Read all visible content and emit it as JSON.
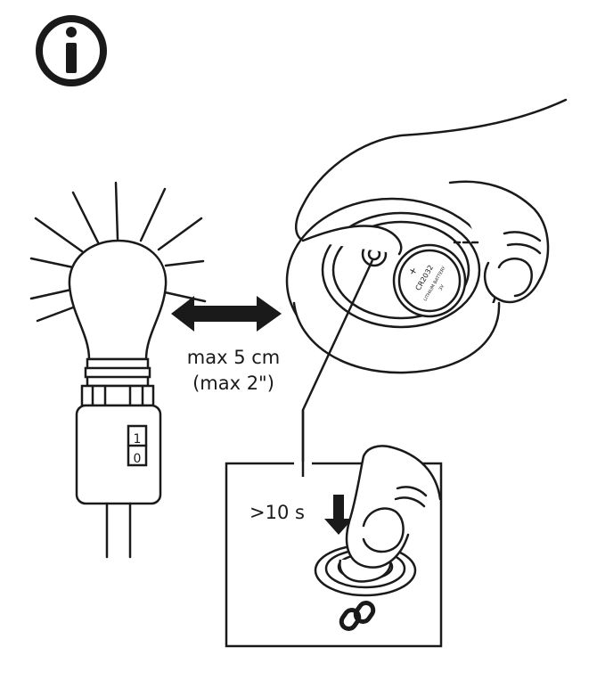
{
  "info_icon": {
    "name": "info-icon",
    "glyph": "i"
  },
  "distance_label": {
    "metric": "max 5 cm",
    "imperial": "(max 2\")"
  },
  "hold_time_label": ">10 s",
  "battery_markings": {
    "polarity": "+",
    "model": "CR2032",
    "type": "LITHIUM BATTERY",
    "voltage": "3V"
  },
  "bulb_socket_switch": {
    "on": "1",
    "off": "0"
  },
  "icons": [
    "info-icon",
    "light-bulb-icon",
    "double-arrow-icon",
    "remote-hand-icon",
    "pairing-button-icon",
    "down-arrow-icon",
    "link-icon"
  ],
  "colors": {
    "ink": "#1a1a1a",
    "background": "#ffffff"
  }
}
